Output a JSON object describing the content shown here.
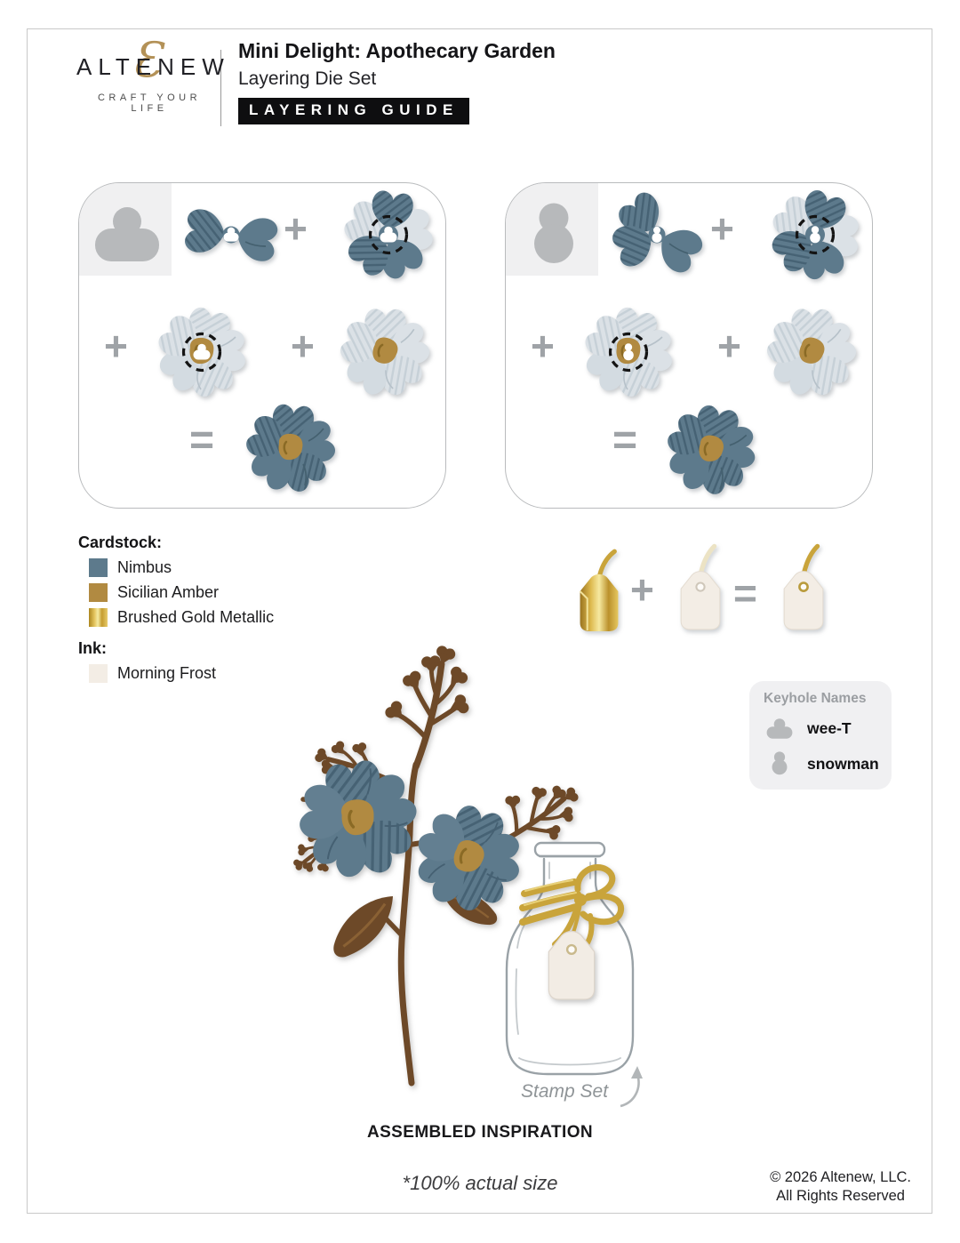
{
  "header": {
    "brand": "ALTENEW",
    "brand_mark": "Ɛ",
    "tagline": "CRAFT YOUR LIFE",
    "title": "Mini Delight: Apothecary Garden",
    "subtitle": "Layering Die Set",
    "badge": "LAYERING GUIDE"
  },
  "ops": {
    "plus": "+",
    "equals": "="
  },
  "diagrams": [
    {
      "keyhole": "wee-T"
    },
    {
      "keyhole": "snowman"
    }
  ],
  "legend": {
    "cardstock_label": "Cardstock:",
    "cardstock": [
      {
        "name": "Nimbus",
        "color": "#5d7a8c"
      },
      {
        "name": "Sicilian Amber",
        "color": "#b18a41"
      },
      {
        "name": "Brushed Gold Metallic",
        "color": "#d9b44a"
      }
    ],
    "ink_label": "Ink:",
    "ink": [
      {
        "name": "Morning Frost",
        "color": "#f3ede5"
      }
    ]
  },
  "keyhole_names": {
    "title": "Keyhole Names",
    "items": [
      {
        "label": "wee-T"
      },
      {
        "label": "snowman"
      }
    ]
  },
  "assembled": {
    "stamp_set_label": "Stamp Set",
    "caption": "ASSEMBLED INSPIRATION"
  },
  "footer": {
    "note": "*100% actual size",
    "copyright": [
      "© 2026 Altenew, LLC.",
      "All Rights Reserved"
    ]
  },
  "colors": {
    "nimbus_blue": "#5d7a8c",
    "sicilian_amber": "#b18a41",
    "morning_frost": "#f3ede5",
    "branch_brown": "#6d4928",
    "metallic_gold": "#c9a43b"
  }
}
